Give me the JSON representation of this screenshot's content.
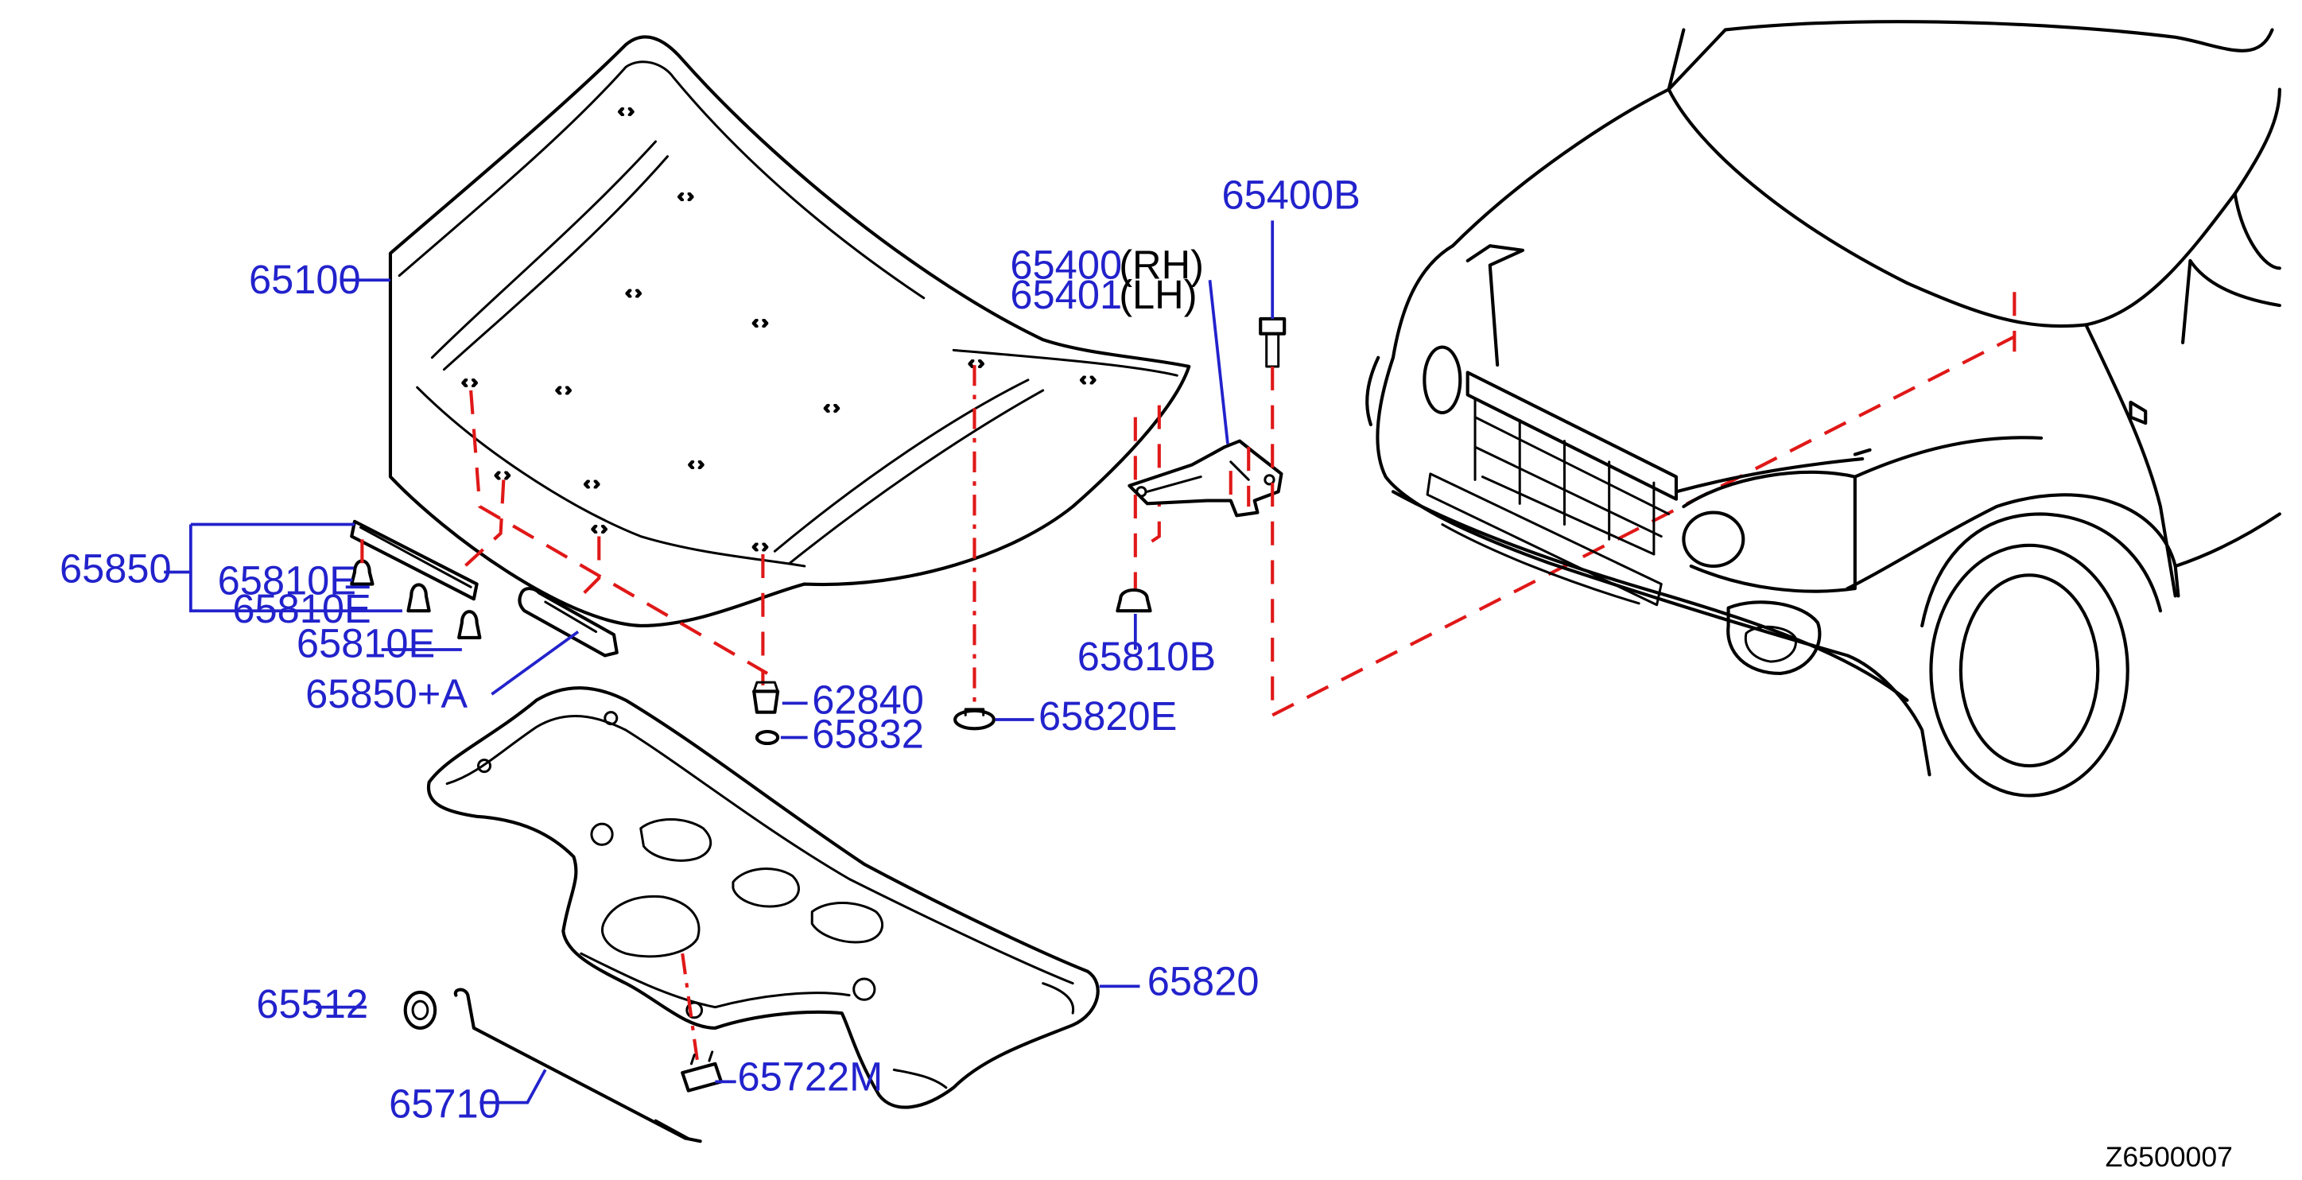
{
  "diagram": {
    "figure_code": "Z6500007",
    "colors": {
      "label": "#2222cc",
      "line": "#000000",
      "guide": "#e01818"
    },
    "parts": {
      "p65100": "65100",
      "p65850": "65850",
      "p65810E_1": "65810E",
      "p65810E_2": "65810E",
      "p65810E_3": "65810E",
      "p65850A": "65850+A",
      "p62840": "62840",
      "p65832": "65832",
      "p65820E": "65820E",
      "p65400": "65400",
      "p65401": "65401",
      "p65400B": "65400B",
      "p65810B": "65810B",
      "p65820": "65820",
      "p65512": "65512",
      "p65710": "65710",
      "p65722M": "65722M"
    },
    "notes": {
      "rh": "(RH)",
      "lh": "(LH)"
    }
  }
}
